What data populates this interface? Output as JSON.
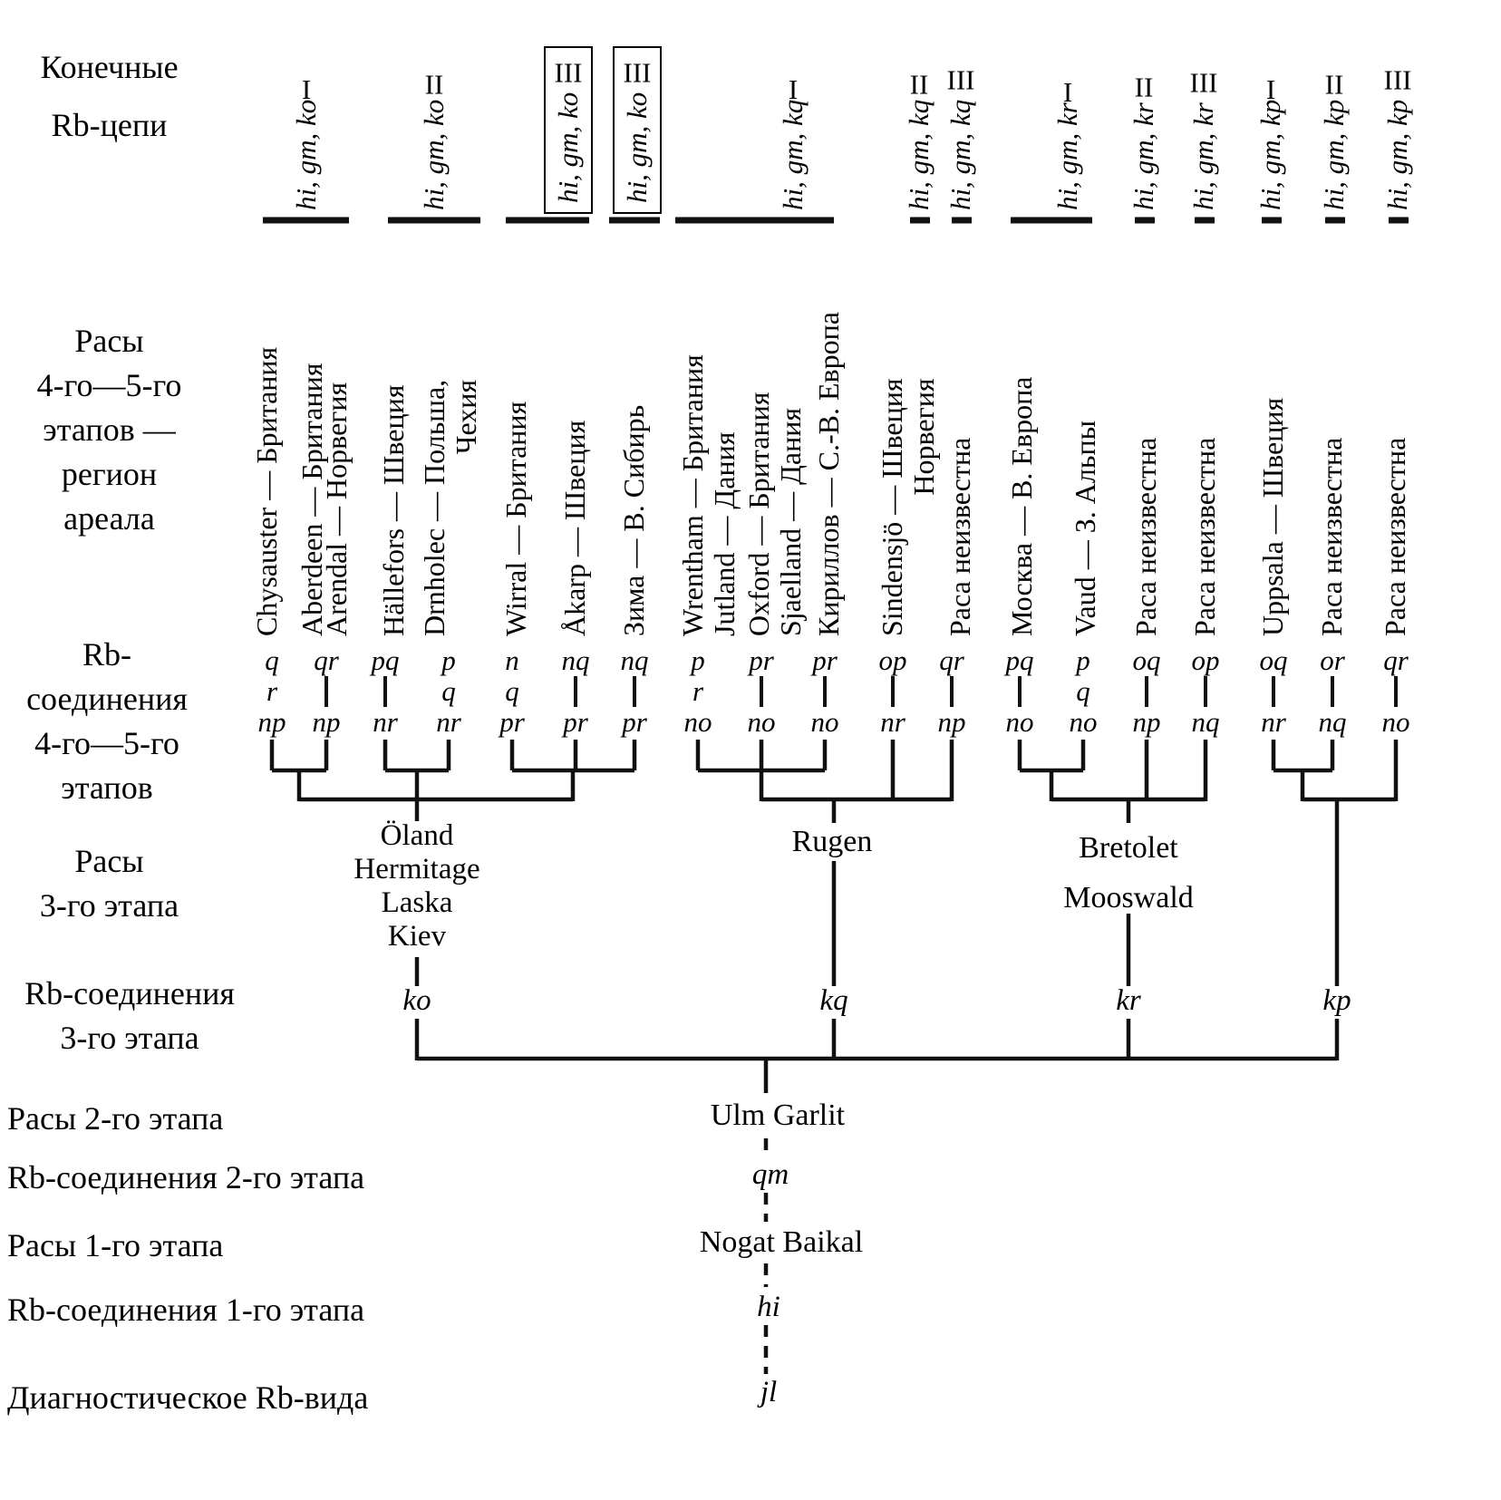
{
  "row_headers": {
    "terminal_chains": "Конечные\nRb-цепи",
    "stage45_races": "Расы\n4-го—5-го\nэтапов —\nрегион\nареала",
    "stage45_compounds": "Rb-\nсоединения\n4-го—5-го\nэтапов",
    "stage3_races": "Расы\n3-го этапа",
    "stage3_compounds": "Rb-соединения\n3-го этапа",
    "stage2_races": "Расы 2-го этапа",
    "stage2_compounds": "Rb-соединения 2-го этапа",
    "stage1_races": "Расы 1-го этапа",
    "stage1_compounds": "Rb-соединения 1-го этапа",
    "species_diagnostic": "Диагностическое Rb-вида"
  },
  "terminal_chains": [
    {
      "genes": "hi, gm, ko",
      "numeral": "I",
      "boxed": false
    },
    {
      "genes": "hi, gm, ko",
      "numeral": "II",
      "boxed": false
    },
    {
      "genes": "hi, gm, ko",
      "numeral": "III",
      "boxed": true
    },
    {
      "genes": "hi, gm, ko",
      "numeral": "III",
      "boxed": true
    },
    {
      "genes": "hi, gm, kq",
      "numeral": "I",
      "boxed": false
    },
    {
      "genes": "hi, gm, kq",
      "numeral": "II",
      "boxed": false
    },
    {
      "genes": "hi, gm, kq",
      "numeral": "III",
      "boxed": false
    },
    {
      "genes": "hi, gm, kr",
      "numeral": "I",
      "boxed": false
    },
    {
      "genes": "hi, gm, kr",
      "numeral": "II",
      "boxed": false
    },
    {
      "genes": "hi, gm, kr",
      "numeral": "III",
      "boxed": false
    },
    {
      "genes": "hi, gm, kp",
      "numeral": "I",
      "boxed": false
    },
    {
      "genes": "hi, gm, kp",
      "numeral": "II",
      "boxed": false
    },
    {
      "genes": "hi, gm, kp",
      "numeral": "III",
      "boxed": false
    }
  ],
  "stage45_races": [
    "Chysauster — Британия",
    "Aberdeen — Британия",
    "Arendal — Норвегия",
    "Hällefors — Швеция",
    "Drnholec — Польша,\nЧехия",
    "Wirral — Британия",
    "Åkarp — Швеция",
    "Зима — В. Сибирь",
    "Wrentham — Британия",
    "Jutland — Дания",
    "Oxford — Британия",
    "Sjaelland — Дания",
    "Кириллов — С.-В. Европа",
    "Sindensjö — Швеция\nНорвегия",
    "Раса неизвестна",
    "Москва — В. Европа",
    "Vaud — З. Альпы",
    "Раса неизвестна",
    "Раса неизвестна",
    "Uppsala — Швеция",
    "Раса неизвестна",
    "Раса неизвестна"
  ],
  "stage45_compounds": [
    [
      "q",
      "r",
      "np"
    ],
    [
      "qr",
      "np"
    ],
    [
      "pq",
      "nr"
    ],
    [
      "p",
      "q",
      "nr"
    ],
    [
      "n",
      "q",
      "pr"
    ],
    [
      "nq",
      "pr"
    ],
    [
      "nq",
      "pr"
    ],
    [
      "p",
      "r",
      "no"
    ],
    [
      "pr",
      "no"
    ],
    [
      "pr",
      "no"
    ],
    [
      "op",
      "nr"
    ],
    [
      "qr",
      "np"
    ],
    [
      "pq",
      "no"
    ],
    [
      "p",
      "q",
      "no"
    ],
    [
      "oq",
      "np"
    ],
    [
      "op",
      "nq"
    ],
    [
      "oq",
      "nr"
    ],
    [
      "or",
      "nq"
    ],
    [
      "qr",
      "no"
    ]
  ],
  "stage3": {
    "race_groups": [
      "Öland\nHermitage\nLaska\nKiev",
      "Rugen",
      "Bretolet\nMooswald"
    ],
    "compounds": [
      "ko",
      "kq",
      "kr",
      "kp"
    ]
  },
  "stage2": {
    "race": "Ulm Garlit",
    "compound": "qm"
  },
  "stage1": {
    "race": "Nogat Baikal",
    "compound": "hi"
  },
  "species_diagnostic_compound": "jl"
}
